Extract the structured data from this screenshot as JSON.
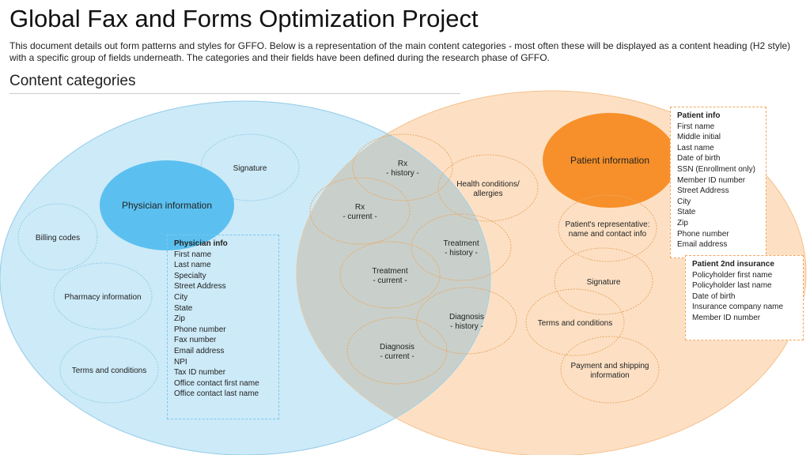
{
  "title": "Global Fax and Forms Optimization Project",
  "intro": "This document details out form patterns and styles for GFFO. Below is a representation of the main content categories - most often these will be displayed as a content heading (H2 style) with a specific group of fields underneath. The categories and their fields have been defined during the research phase of GFFO.",
  "section_heading": "Content categories",
  "colors": {
    "physician": "#5bc0f0",
    "patient": "#f7902a",
    "physician_bg": "#cdeaf8",
    "patient_bg": "#fde0c4",
    "overlap": "#c9d0cb"
  },
  "physician": {
    "label": "Physician information",
    "categories": [
      {
        "id": "signature",
        "lines": [
          "Signature"
        ]
      },
      {
        "id": "billing-codes",
        "lines": [
          "Billing codes"
        ]
      },
      {
        "id": "pharmacy-information",
        "lines": [
          "Pharmacy information"
        ]
      },
      {
        "id": "terms-and-conditions",
        "lines": [
          "Terms and conditions"
        ]
      }
    ]
  },
  "shared": {
    "categories": [
      {
        "id": "rx-history",
        "lines": [
          "Rx",
          "- history -"
        ]
      },
      {
        "id": "rx-current",
        "lines": [
          "Rx",
          "- current -"
        ]
      },
      {
        "id": "health-conditions",
        "lines": [
          "Health conditions/",
          "allergies"
        ]
      },
      {
        "id": "treatment-history",
        "lines": [
          "Treatment",
          "- history -"
        ]
      },
      {
        "id": "treatment-current",
        "lines": [
          "Treatment",
          "- current -"
        ]
      },
      {
        "id": "diagnosis-history",
        "lines": [
          "Diagnosis",
          "- history -"
        ]
      },
      {
        "id": "diagnosis-current",
        "lines": [
          "Diagnosis",
          "- current -"
        ]
      }
    ]
  },
  "patient": {
    "label": "Patient information",
    "categories": [
      {
        "id": "patient-representative",
        "lines": [
          "Patient's representative:",
          "name and contact info"
        ]
      },
      {
        "id": "signature",
        "lines": [
          "Signature"
        ]
      },
      {
        "id": "terms-and-conditions",
        "lines": [
          "Terms and conditions"
        ]
      },
      {
        "id": "payment-and-shipping",
        "lines": [
          "Payment and shipping",
          "information"
        ]
      }
    ]
  },
  "physician_info_box": {
    "title": "Physician info",
    "fields": [
      "First name",
      "Last name",
      "Specialty",
      "Street Address",
      "City",
      "State",
      "Zip",
      "Phone number",
      "Fax number",
      "Email address",
      "NPI",
      "Tax ID number",
      "Office contact first name",
      "Office contact last name"
    ]
  },
  "patient_info_box": {
    "title": "Patient info",
    "fields": [
      "First name",
      "Middle initial",
      "Last name",
      "Date of birth",
      "SSN (Enrollment only)",
      "Member ID number",
      "Street Address",
      "City",
      "State",
      "Zip",
      "Phone number",
      "Email address"
    ]
  },
  "insurance_box": {
    "title": "Patient 2nd insurance",
    "fields": [
      "Policyholder first name",
      "Policyholder last name",
      "Date of birth",
      "Insurance company name",
      "Member ID number"
    ]
  }
}
